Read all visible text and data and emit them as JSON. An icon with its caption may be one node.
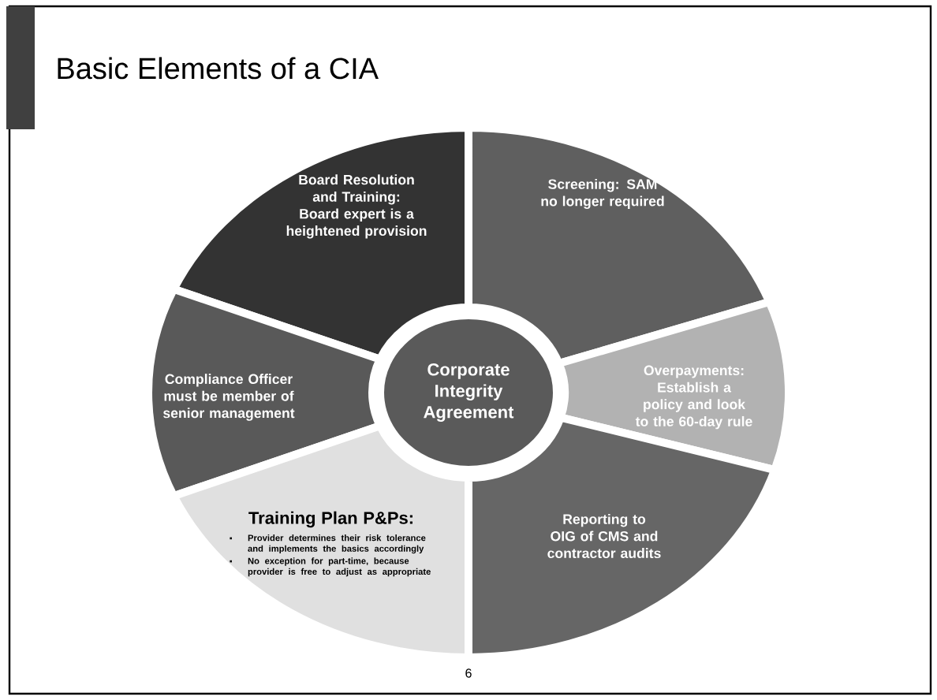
{
  "diagram": {
    "title": "Basic Elements of a CIA",
    "nodes": [
      {
        "text": [
          "Board Resolution and Training: Board expert is a heightened provision"
        ]
      },
      {
        "text": [
          "Screening: SAM no longer required"
        ]
      },
      {
        "text": [
          "Compliance Officer must be member of senior management"
        ]
      },
      {
        "text": [
          "Corporate Integrity Agreement"
        ]
      },
      {
        "text": [
          "Overpayments: Establish a policy and look to the 60-day rule"
        ]
      },
      {
        "text": [
          "Training Plan P&Ps:",
          "Provider determines their risk tolerance and implements the basics accordingly",
          "No exception for part-time, because provider is free to adjust as appropriate"
        ]
      },
      {
        "text": [
          "Reporting to OIG of CMS and contractor audits"
        ]
      }
    ],
    "labels": [
      "6"
    ]
  }
}
